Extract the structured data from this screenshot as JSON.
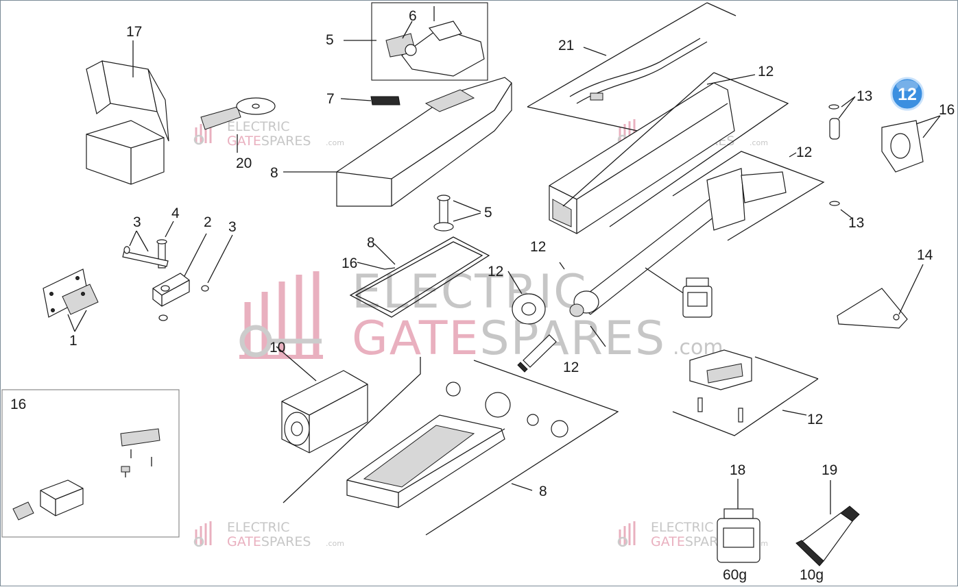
{
  "watermark": {
    "line1": "ELECTRIC",
    "line2_a": "GATE",
    "line2_b": "SPARES",
    "suffix": ".com",
    "color_grey": "#b8b8b8",
    "color_pink": "#e6a3b5"
  },
  "badge": {
    "number": "12",
    "color": "#3b8fe0"
  },
  "callouts": {
    "c17": "17",
    "c6": "6",
    "c5a": "5",
    "c7": "7",
    "c20": "20",
    "c8a": "8",
    "c21": "21",
    "c12a": "12",
    "c13a": "13",
    "c16a": "16",
    "c12b": "12",
    "c5b": "5",
    "c13b": "13",
    "c3a": "3",
    "c4": "4",
    "c2": "2",
    "c3b": "3",
    "c8b": "8",
    "c16b": "16",
    "c12c": "12",
    "c12d": "12",
    "c14": "14",
    "c1": "1",
    "c10": "10",
    "c12e": "12",
    "c16c": "16",
    "c12f": "12",
    "c8c": "8",
    "c18": "18",
    "c19": "19"
  },
  "quantities": {
    "grease_weight": "60g",
    "paste_weight": "10g"
  }
}
